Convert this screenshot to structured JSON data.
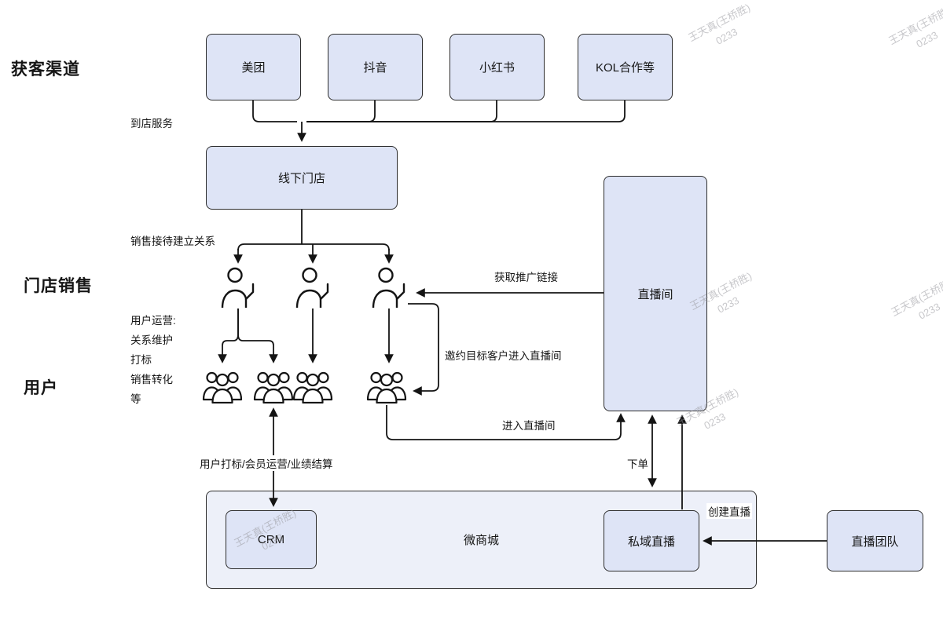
{
  "watermark": {
    "line1": "王天真(王桥胜)",
    "line2": "0233"
  },
  "sections": {
    "acquisition": "获客渠道",
    "store_sales": "门店销售",
    "users": "用户"
  },
  "nodes": {
    "meituan": "美团",
    "douyin": "抖音",
    "xiaohongshu": "小红书",
    "kol": "KOL合作等",
    "offline_store": "线下门店",
    "live_room": "直播间",
    "micro_mall": "微商城",
    "crm": "CRM",
    "private_live": "私域直播",
    "live_team": "直播团队"
  },
  "labels": {
    "to_store_service": "到店服务",
    "sales_reception": "销售接待建立关系",
    "user_ops_lines": [
      "用户运营:",
      "关系维护",
      "打标",
      "销售转化",
      "等"
    ],
    "get_promo_link": "获取推广链接",
    "invite_customers": "邀约目标客户进入直播间",
    "enter_live_room": "进入直播间",
    "tagging_ops": "用户打标/会员运营/业绩结算",
    "place_order": "下单",
    "create_live": "创建直播"
  },
  "colors": {
    "node_fill": "#dee4f6",
    "container_fill": "#edf0f9",
    "node_border": "#2d2d2d",
    "arrow": "#141414",
    "text": "#161616",
    "watermark": "#9a9aa0"
  }
}
